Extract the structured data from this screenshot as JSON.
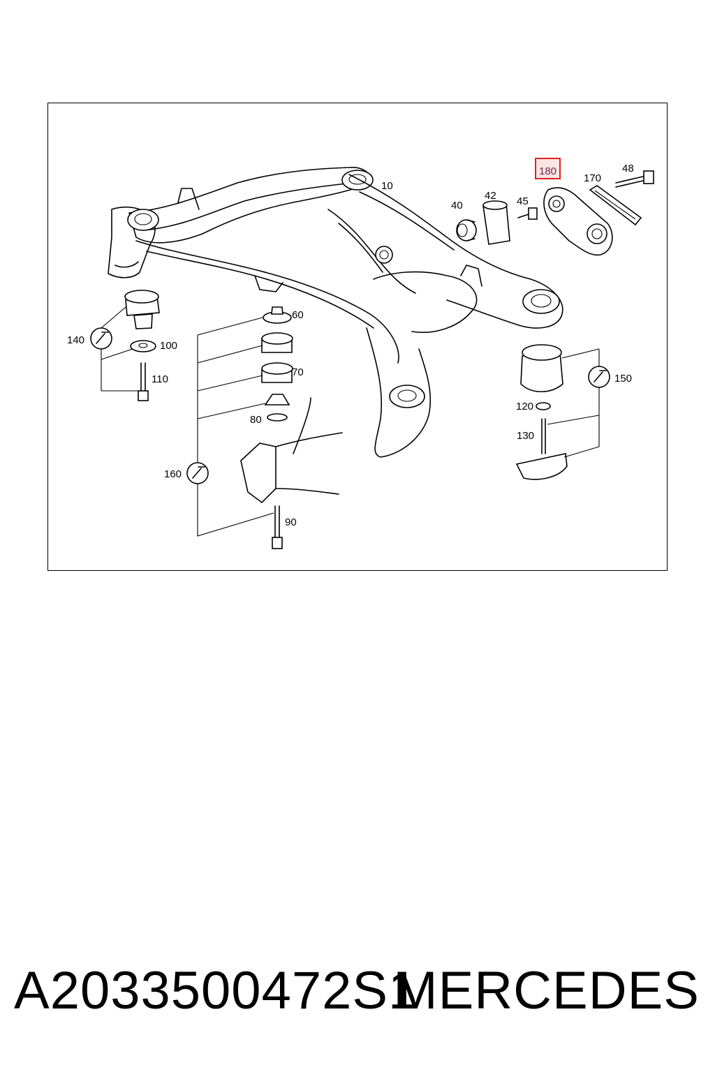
{
  "diagram": {
    "labels": {
      "p10": "10",
      "p40": "40",
      "p42": "42",
      "p45": "45",
      "p180": "180",
      "p170": "170",
      "p48": "48",
      "p60": "60",
      "p70": "70",
      "p80": "80",
      "p90": "90",
      "p100": "100",
      "p110": "110",
      "p120": "120",
      "p130": "130",
      "p140": "140",
      "p150": "150",
      "p160": "160"
    },
    "highlighted": "180"
  },
  "footer": {
    "part_number": "A2033500472S1",
    "brand": "MERCEDES"
  }
}
